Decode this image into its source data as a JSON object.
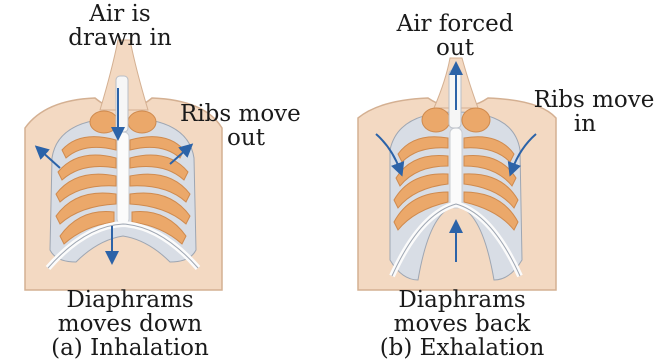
{
  "inhalation": {
    "air_label_line1": "Air is",
    "air_label_line2": "drawn in",
    "ribs_label_line1": "Ribs move",
    "ribs_label_line2": "out",
    "diaphragm_label_line1": "Diaphrams",
    "diaphragm_label_line2": "moves down",
    "caption": "(a) Inhalation"
  },
  "exhalation": {
    "air_label_line1": "Air forced",
    "air_label_line2": "out",
    "ribs_label_line1": "Ribs move",
    "ribs_label_line2": "in",
    "diaphragm_label_line1": "Diaphrams",
    "diaphragm_label_line2": "moves back",
    "caption": "(b) Exhalation"
  },
  "colors": {
    "body": "#f3d9c2",
    "body_edge": "#d4b092",
    "rib_fill": "#eba86a",
    "rib_edge": "#cf8a4e",
    "bone": "#fbfbfb",
    "bone_edge": "#c8ccd2",
    "cavity": "#d8dde5",
    "arrow": "#2c63a8"
  }
}
